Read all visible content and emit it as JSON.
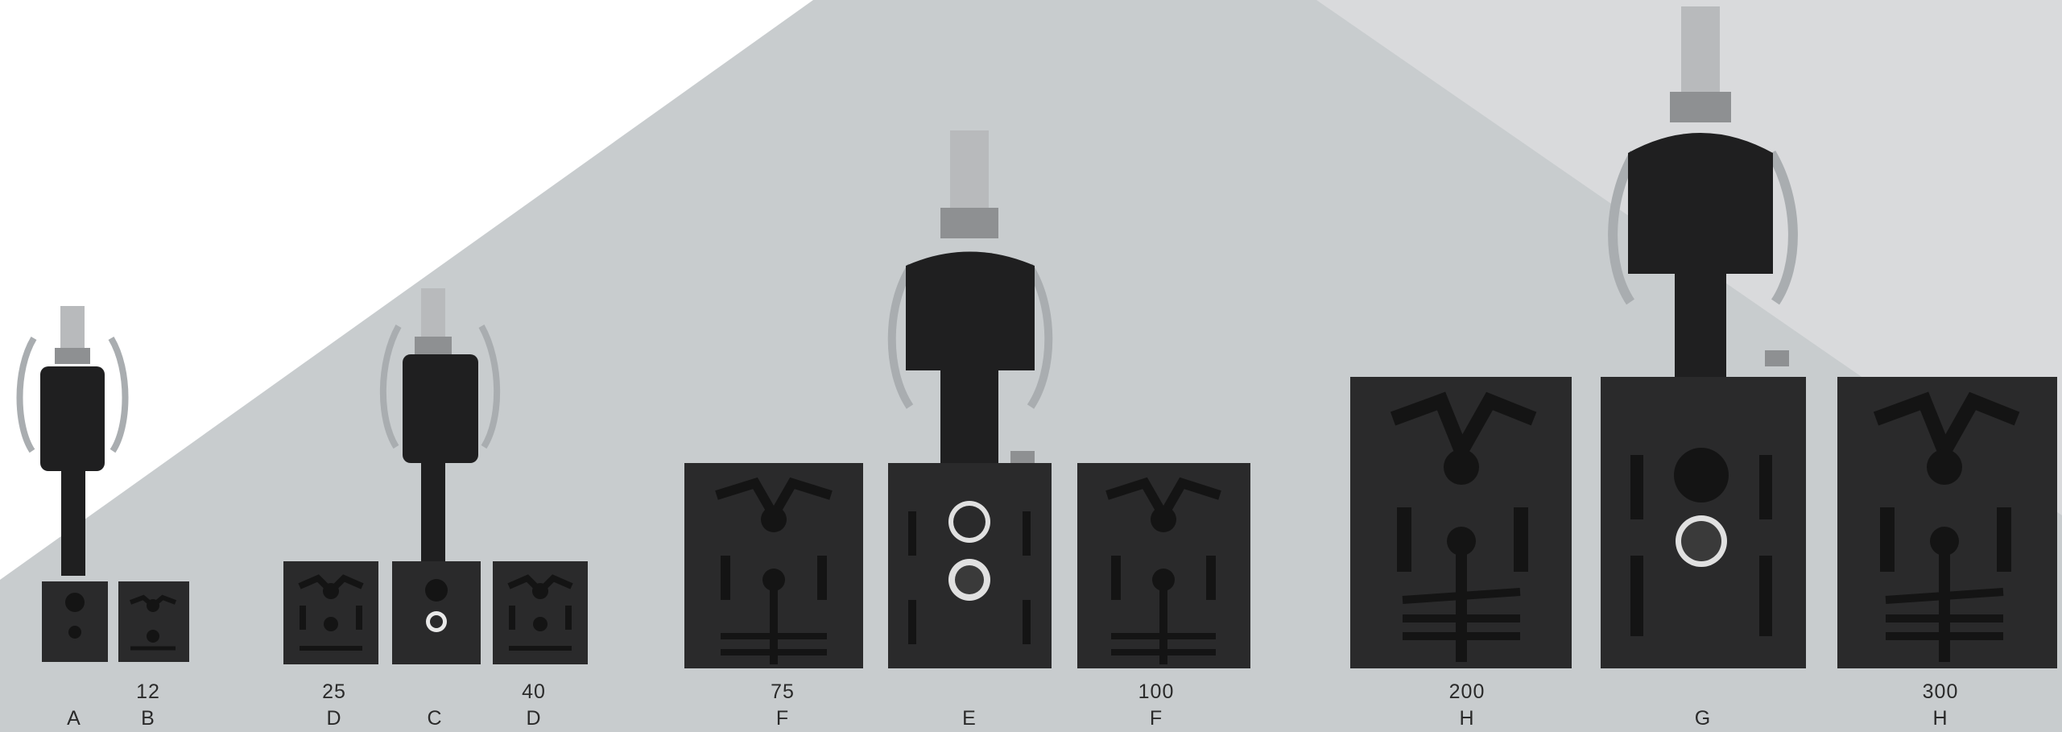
{
  "colors": {
    "background_white": "#ffffff",
    "background_gray": "#c8ccce",
    "background_light_gray": "#d9dadc",
    "block_black": "#2a2a2b",
    "label_text": "#2a2a2a"
  },
  "products": [
    {
      "size": "",
      "letter": "A",
      "type": "adapter"
    },
    {
      "size": "12",
      "letter": "B",
      "type": "mold"
    },
    {
      "size": "25",
      "letter": "D",
      "type": "mold"
    },
    {
      "size": "",
      "letter": "C",
      "type": "adapter"
    },
    {
      "size": "40",
      "letter": "D",
      "type": "mold"
    },
    {
      "size": "75",
      "letter": "F",
      "type": "mold"
    },
    {
      "size": "",
      "letter": "E",
      "type": "adapter"
    },
    {
      "size": "100",
      "letter": "F",
      "type": "mold"
    },
    {
      "size": "200",
      "letter": "H",
      "type": "mold"
    },
    {
      "size": "",
      "letter": "G",
      "type": "adapter"
    },
    {
      "size": "300",
      "letter": "H",
      "type": "mold"
    }
  ]
}
